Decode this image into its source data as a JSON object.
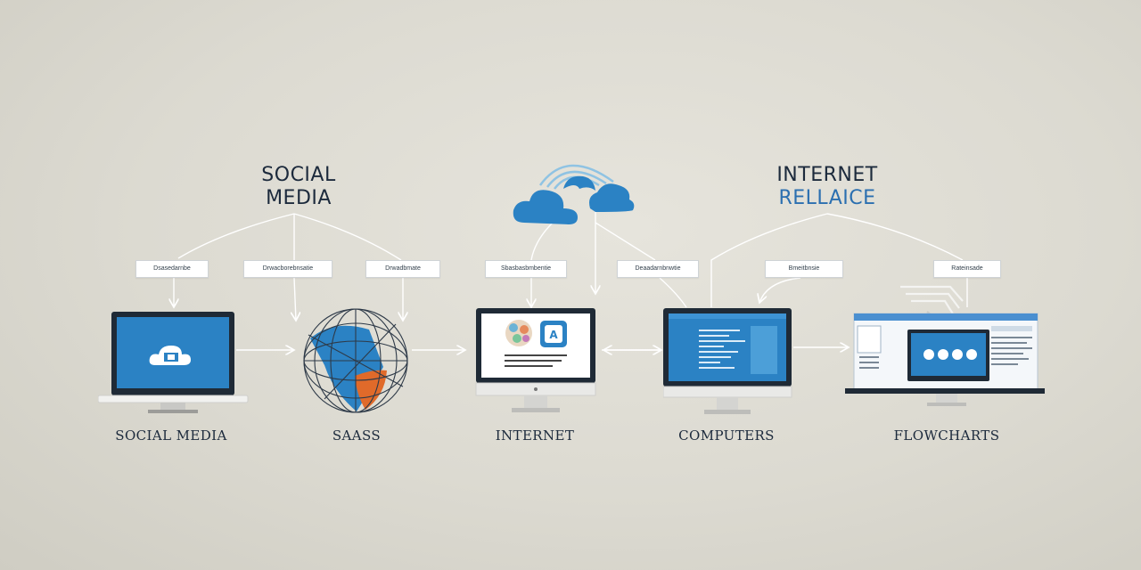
{
  "headings": {
    "social_media_line1": "SOCIAL",
    "social_media_line2": "MEDIA",
    "internet_reliance_line1": "INTERNET",
    "internet_reliance_line2": "RELLAICE"
  },
  "small_labels": [
    "Dsasedarnbe",
    "Drwacborebnsatie",
    "Drwadbmate",
    "Sbasbasbmbentie",
    "Deaadarnbnwtie",
    "Bmeitbnsie",
    "Rateinsade"
  ],
  "captions": {
    "social_media": "SOCIAL MEDIA",
    "saas": "SAASS",
    "internet": "INTERNET",
    "computers": "COMPUTERS",
    "flowcharts": "FLOWCHARTS"
  },
  "icons": {
    "cloud": "cloud-icon",
    "globe": "globe-icon",
    "laptop": "laptop-icon",
    "monitor": "monitor-icon",
    "screens": "dashboard-screens-icon"
  },
  "colors": {
    "accent_blue": "#2b82c4",
    "dark_navy": "#1c2a3c",
    "orange": "#e06a2a"
  }
}
